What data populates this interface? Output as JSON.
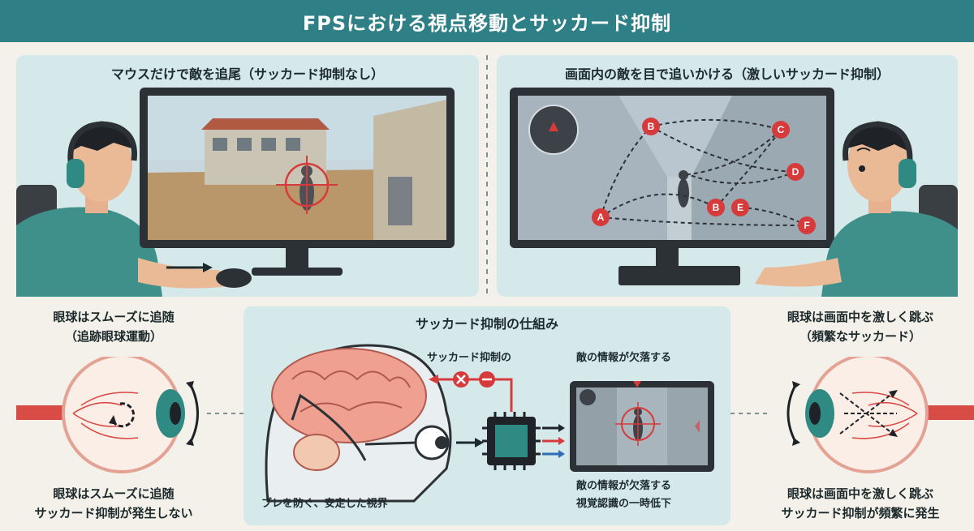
{
  "header": {
    "title": "FPSにおける視点移動とサッカード抑制"
  },
  "left_panel": {
    "title": "マウスだけで敵を追尾（サッカード抑制なし）"
  },
  "right_panel": {
    "title": "画面内の敵を目で追いかける（激しいサッカード抑制）",
    "markers": [
      "A",
      "B",
      "B",
      "E",
      "C",
      "D",
      "F"
    ]
  },
  "eye_left": {
    "top_line1": "眼球はスムーズに追随",
    "top_line2": "（追跡眼球運動）",
    "bottom_line1": "眼球はスムーズに追随",
    "bottom_line2": "サッカード抑制が発生しない"
  },
  "mechanism": {
    "title": "サッカード抑制の仕組み",
    "suppress_label": "サッカード抑制の",
    "screen_top_label": "敵の情報が欠落する",
    "screen_bottom_line1": "敵の情報が欠落する",
    "screen_bottom_line2": "視覚認識の一時低下",
    "brain_caption": "ブレを防ぐ、安定した視界"
  },
  "eye_right": {
    "top_line1": "眼球は画面中を激しく跳ぶ",
    "top_line2": "（頻繁なサッカード）",
    "bottom_line1": "眼球は画面中を激しく跳ぶ",
    "bottom_line2": "サッカード抑制が頻繁に発生"
  },
  "colors": {
    "banner": "#2e7f86",
    "panel": "#d5e9ea",
    "accent_red": "#d63a3a",
    "chip": "#2f8a84"
  }
}
